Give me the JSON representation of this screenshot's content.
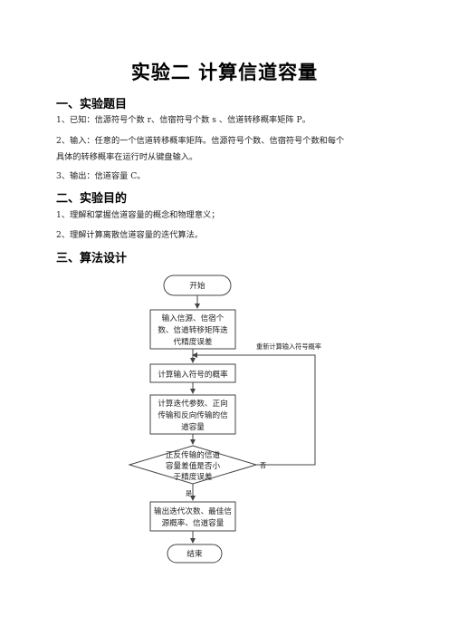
{
  "document": {
    "title": "实验二  计算信道容量",
    "sections": [
      {
        "heading": "一、实验题目",
        "paragraphs": [
          "1、已知：信源符号个数 r、信宿符号个数 s 、信道转移概率矩阵 P。",
          "2、输入：任意的一个信道转移概率矩阵。信源符号个数、信宿符号个数和每个",
          "具体的转移概率在运行时从键盘输入。",
          "3、输出：信道容量 C。"
        ]
      },
      {
        "heading": "二、实验目的",
        "paragraphs": [
          "1、理解和掌握信道容量的概念和物理意义；",
          "2、理解计算离散信道容量的迭代算法。"
        ]
      },
      {
        "heading": "三、算法设计",
        "paragraphs": []
      }
    ]
  },
  "flowchart": {
    "start": "开始",
    "input_lines": [
      "输入信源、信宿个",
      "数、信道转移矩阵迭",
      "代精度误差"
    ],
    "recompute_label": "重新计算输入符号概率",
    "compute_prob": "计算输入符号的概率",
    "compute_lines": [
      "计算迭代参数、正向",
      "传输和反向传输的信",
      "道容量"
    ],
    "decision_lines": [
      "正反传输的信道",
      "容量差值是否小",
      "于精度误差"
    ],
    "no_label": "否",
    "yes_label": "是",
    "output_lines": [
      "输出迭代次数、最佳信",
      "源概率、信道容量"
    ],
    "end": "结束"
  }
}
